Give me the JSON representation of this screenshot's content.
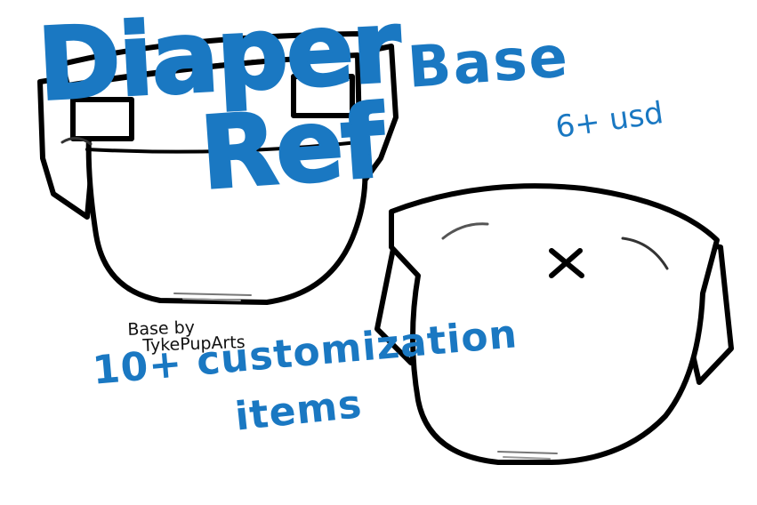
{
  "title": {
    "line1": "Diaper",
    "line2": "Ref"
  },
  "subtitle": "Base",
  "price": "6+ usd",
  "credit": {
    "line1": "Base by",
    "line2": "TykePupArts"
  },
  "customization": {
    "line1": "10+ customization",
    "line2": "items"
  },
  "colors": {
    "accent": "#1a78c2",
    "ink": "#000000",
    "background": "#ffffff"
  }
}
